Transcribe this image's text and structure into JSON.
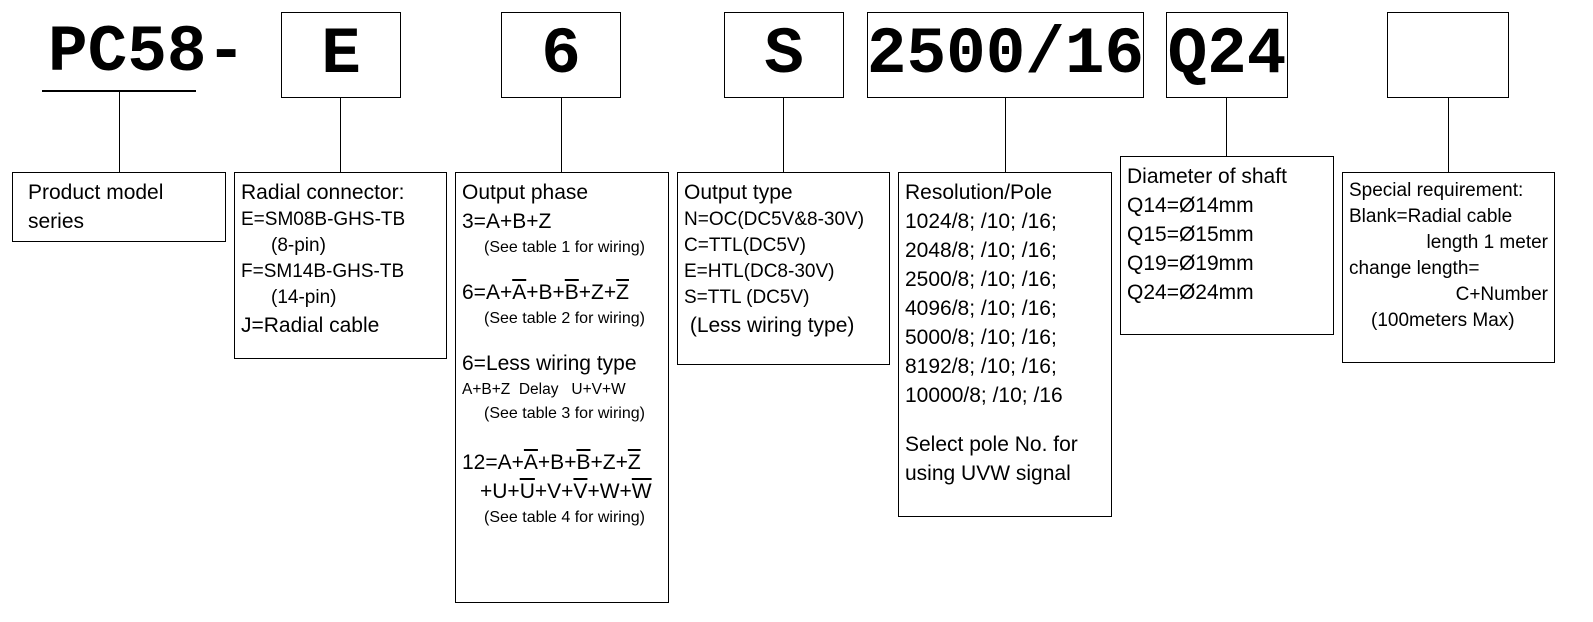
{
  "code": {
    "prefix": "PC58-",
    "segments": [
      "E",
      "6",
      "S",
      "2500/16",
      "Q24",
      ""
    ]
  },
  "boxes": {
    "series": {
      "lines": [
        "Product model",
        "series"
      ]
    },
    "connector": {
      "title": "Radial connector:",
      "l1": "E=SM08B-GHS-TB",
      "l2": "(8-pin)",
      "l3": "F=SM14B-GHS-TB",
      "l4": "(14-pin)",
      "l5": "J=Radial cable"
    },
    "phase": {
      "title": "Output phase",
      "p3": "3=A+B+Z",
      "note1": "(See table 1 for wiring)",
      "p6_prefix": "6=A+",
      "p6_a": "A",
      "p6_mid1": "+B+",
      "p6_b": "B",
      "p6_mid2": "+Z+",
      "p6_z": "Z",
      "note2": "(See table 2 for wiring)",
      "less": "6=Less wiring type",
      "less_detail": "A+B+Z  Delay   U+V+W",
      "note3": "(See table 3 for wiring)",
      "p12_prefix": "12=A+",
      "p12_a": "A",
      "p12_mid1": "+B+",
      "p12_b": "B",
      "p12_mid2": "+Z+",
      "p12_z": "Z",
      "p12b_prefix": "+U+",
      "p12b_u": "U",
      "p12b_mid1": "+V+",
      "p12b_v": "V",
      "p12b_mid2": "+W+",
      "p12b_w": "W",
      "note4": "(See table 4 for wiring)"
    },
    "output_type": {
      "title": "Output type",
      "lines": [
        "N=OC(DC5V&8-30V)",
        "C=TTL(DC5V)",
        "E=HTL(DC8-30V)",
        "S=TTL (DC5V)",
        " (Less wiring type)"
      ]
    },
    "resolution": {
      "title": "Resolution/Pole",
      "lines": [
        "1024/8; /10; /16;",
        "2048/8; /10; /16;",
        "2500/8; /10; /16;",
        "4096/8; /10; /16;",
        "5000/8; /10; /16;",
        "8192/8; /10; /16;",
        "10000/8; /10; /16"
      ],
      "note_lines": [
        "Select pole No. for",
        "using UVW signal"
      ]
    },
    "shaft": {
      "title": "Diameter of shaft",
      "lines": [
        "Q14=Ø14mm",
        "Q15=Ø15mm",
        "Q19=Ø19mm",
        "Q24=Ø24mm"
      ]
    },
    "special": {
      "title": "Special requirement:",
      "lines": [
        "Blank=Radial cable",
        "length 1 meter",
        "change length=",
        "C+Number",
        "(100meters Max)"
      ]
    }
  }
}
